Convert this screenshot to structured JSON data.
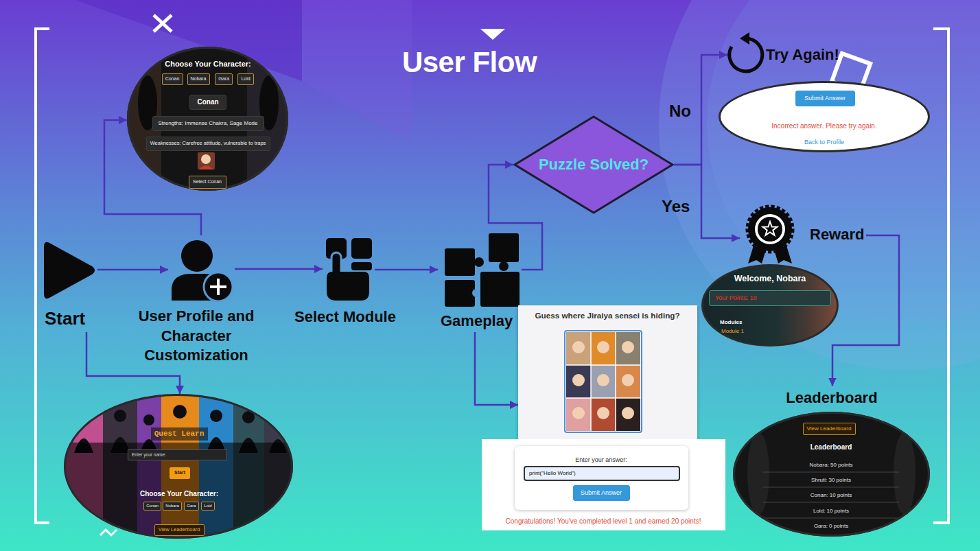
{
  "diagram": {
    "title": "User Flow",
    "nodes": [
      {
        "text": [
          "Start"
        ]
      },
      {
        "text": [
          "User Profile and Character Customization"
        ]
      },
      {
        "text": [
          "Select Module"
        ]
      },
      {
        "text": [
          "Gameplay"
        ]
      },
      {
        "text": [
          "Puzzle Solved?"
        ]
      },
      {
        "text": [
          "Try Again!"
        ]
      },
      {
        "text": [
          "Reward"
        ]
      },
      {
        "text": [
          "Leaderboard"
        ]
      },
      {
        "text": [
          "Choose Your Character:"
        ]
      },
      {
        "text": [
          "Conan"
        ],
        "in": 8
      },
      {
        "text": [
          "Nobara"
        ],
        "in": 8
      },
      {
        "text": [
          "Gara"
        ],
        "in": 8
      },
      {
        "text": [
          "Loid"
        ],
        "in": 8
      },
      {
        "text": [
          "Conan"
        ],
        "in": 8
      },
      {
        "text": [
          "Strengths: Immense Chakra, Sage Mode"
        ],
        "in": 8
      },
      {
        "text": [
          "Weaknesses: Carefree attitude, vulnerable to traps"
        ],
        "in": 8
      },
      {
        "text": [
          "Select Conan"
        ],
        "in": 8
      },
      {
        "text": [
          "Choose Your Character:"
        ]
      },
      {
        "text": [
          "Quest Learn"
        ],
        "in": 17
      },
      {
        "text": [
          "Enter your name:"
        ],
        "in": 17
      },
      {
        "text": [
          "Start"
        ],
        "in": 17
      },
      {
        "text": [
          "Conan"
        ],
        "in": 17
      },
      {
        "text": [
          "Nobara"
        ],
        "in": 17
      },
      {
        "text": [
          "Gara"
        ],
        "in": 17
      },
      {
        "text": [
          "Loid"
        ],
        "in": 17
      },
      {
        "text": [
          "View Leaderboard"
        ],
        "in": 17
      },
      {
        "text": [
          "Guess where Jiraiya sensei is hiding?"
        ]
      },
      {
        "text": [
          "Congratulations! You've completed level 1 and earned 20 points!"
        ]
      },
      {
        "text": [
          "Enter your answer:"
        ],
        "in": 27
      },
      {
        "text": [
          "print(\"Hello World\")"
        ],
        "in": 28
      },
      {
        "text": [
          "Submit Answer"
        ],
        "in": 28
      },
      {
        "text": [
          "Incorrect answer. Please try again.",
          "Back to Profile"
        ]
      },
      {
        "text": [
          "Submit Answer"
        ],
        "in": 31
      },
      {
        "text": [
          "Welcome, Nobara",
          "Modules",
          "Module 1"
        ]
      },
      {
        "text": [
          "Your Points: 10"
        ],
        "in": 33
      },
      {
        "text": [
          "Leaderboard",
          "Nobara: 50 points",
          "Shruti: 30 points",
          "Conan: 10 points",
          "Loid: 10 points",
          "Gara: 0 points"
        ]
      },
      {
        "text": [
          "View Leaderboard"
        ],
        "in": 35
      }
    ],
    "edges": [
      {
        "from": 0,
        "to": 1,
        "arrow": "to"
      },
      {
        "from": 0,
        "to": 17,
        "arrow": "to"
      },
      {
        "from": 1,
        "to": 8,
        "arrow": "to"
      },
      {
        "from": 1,
        "to": 2,
        "arrow": "to"
      },
      {
        "from": 2,
        "to": 3,
        "arrow": "to"
      },
      {
        "from": 3,
        "to": 4,
        "arrow": "to"
      },
      {
        "from": 3,
        "to": 26,
        "arrow": "to"
      },
      {
        "from": 4,
        "to": 5,
        "label": "No",
        "arrow": "to"
      },
      {
        "from": 4,
        "to": 6,
        "label": "Yes",
        "arrow": "to"
      },
      {
        "from": 6,
        "to": 7,
        "arrow": "to"
      }
    ]
  }
}
